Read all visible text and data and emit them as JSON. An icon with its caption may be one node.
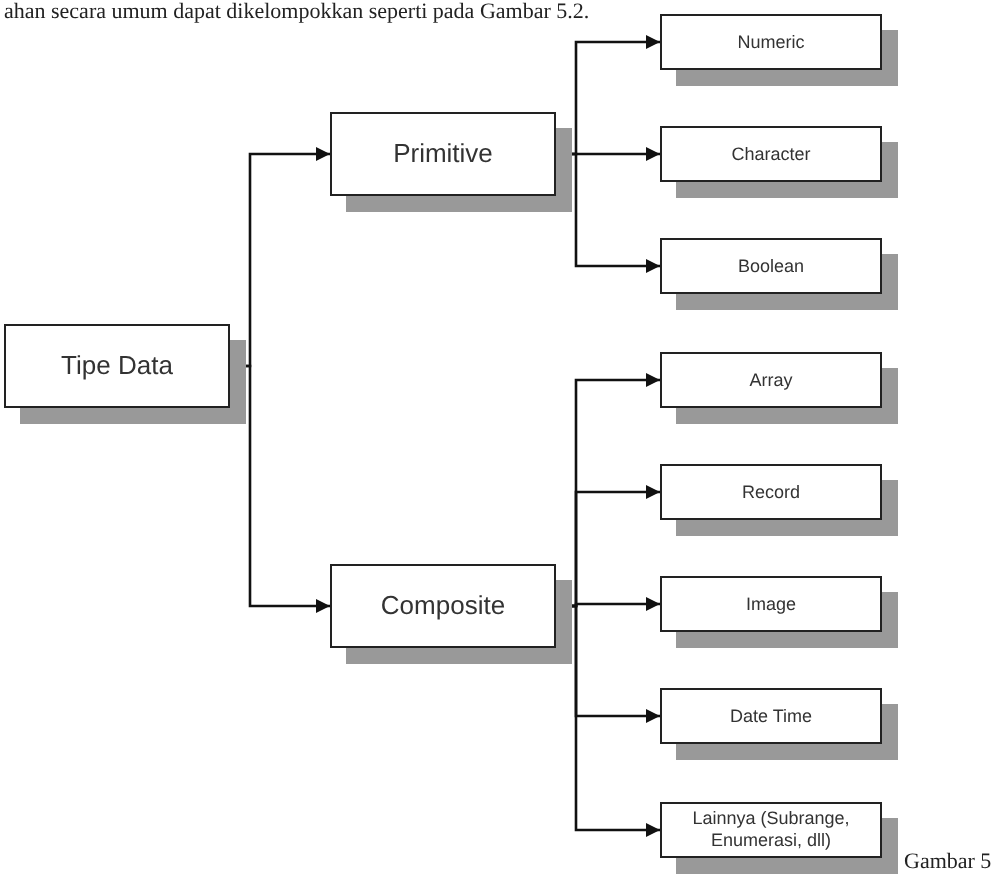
{
  "diagram": {
    "nodes": [
      {
        "text": [
          "Tipe Data"
        ]
      },
      {
        "text": [
          "Primitive"
        ]
      },
      {
        "text": [
          "Composite"
        ]
      },
      {
        "text": [
          "Numeric"
        ]
      },
      {
        "text": [
          "Character"
        ]
      },
      {
        "text": [
          "Boolean"
        ]
      },
      {
        "text": [
          "Array"
        ]
      },
      {
        "text": [
          "Record"
        ]
      },
      {
        "text": [
          "Image"
        ]
      },
      {
        "text": [
          "Date Time"
        ]
      },
      {
        "text": [
          "Lainnya (Subrange, Enumerasi, dll)"
        ]
      }
    ],
    "edges": [
      {
        "from": 0,
        "to": 1,
        "arrow": "to"
      },
      {
        "from": 0,
        "to": 2,
        "arrow": "to"
      },
      {
        "from": 1,
        "to": 3,
        "arrow": "to"
      },
      {
        "from": 1,
        "to": 4,
        "arrow": "to"
      },
      {
        "from": 1,
        "to": 5,
        "arrow": "to"
      },
      {
        "from": 2,
        "to": 6,
        "arrow": "to"
      },
      {
        "from": 2,
        "to": 7,
        "arrow": "to"
      },
      {
        "from": 2,
        "to": 8,
        "arrow": "to"
      },
      {
        "from": 2,
        "to": 9,
        "arrow": "to"
      },
      {
        "from": 2,
        "to": 10,
        "arrow": "to"
      }
    ],
    "labels": [
      "ahan secara umum dapat dikelompokkan seperti pada Gambar 5.2.",
      "Gambar 5"
    ]
  }
}
